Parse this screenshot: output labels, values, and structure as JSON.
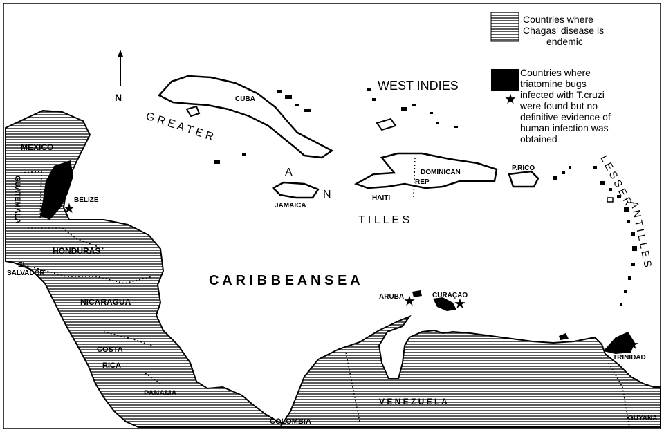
{
  "legend": {
    "endemic_text_lines": [
      "Countries where",
      "Chagas' disease is",
      "endemic"
    ],
    "infected_text_lines": [
      "Countries where",
      "triatomine bugs",
      "infected with T.cruzi",
      "were found but no",
      "definitive evidence of",
      "human infection was",
      "obtained"
    ]
  },
  "compass": {
    "label": "N"
  },
  "regions": {
    "west_indies": "WEST  INDIES",
    "greater_antilles_1": "G R E A T E R",
    "greater_antilles_a": "A",
    "greater_antilles_n": "N",
    "greater_antilles_rest": "T    I    L    L    E    S",
    "lesser": "L E S S E R",
    "antilles": "A N T I L L E S",
    "caribbean_sea": "C   A   R   I   B   B   E   A   N      S   E   A"
  },
  "places": {
    "cuba": "CUBA",
    "jamaica": "JAMAICA",
    "haiti": "HAITI",
    "dominican": "DOMINICAN",
    "rep": "REP",
    "prico": "P.RICO",
    "mexico": "MEXICO",
    "belize": "BELIZE",
    "guatemala": "GUATEMALA",
    "el": "EL",
    "salvador": "SALVADOR",
    "honduras": "HONDURAS",
    "nicaragua": "NICARAGUA",
    "costa": "COSTA",
    "rica": "RICA",
    "panama": "PANAMA",
    "colombia": "COLOMBIA",
    "venezuela": "V E N E Z U E L A",
    "guyana": "GUYANA",
    "trinidad": "TRINIDAD",
    "aruba": "ARUBA",
    "curacao": "CURAÇAO"
  },
  "colors": {
    "ink": "#000000",
    "paper": "#ffffff"
  }
}
